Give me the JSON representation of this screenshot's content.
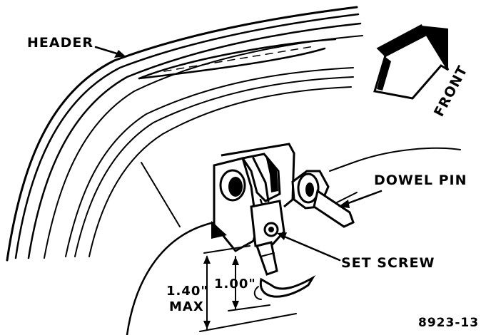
{
  "labels": {
    "header": "HEADER",
    "front": "FRONT",
    "dowel_pin": "DOWEL PIN",
    "set_screw": "SET SCREW",
    "dim_max_value": "1.40\"",
    "dim_max_suffix": "MAX",
    "dim_inner": "1.00\"",
    "figure_id": "8923-13"
  },
  "colors": {
    "ink": "#000000",
    "paper": "#ffffff"
  }
}
